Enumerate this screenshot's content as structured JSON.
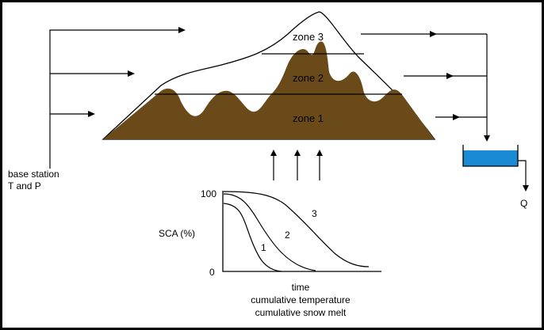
{
  "zones": {
    "zone3": "zone 3",
    "zone2": "zone 2",
    "zone1": "zone 1"
  },
  "base_station": {
    "line1": "base station",
    "line2": "T and P"
  },
  "outflow": "Q",
  "sca_chart": {
    "ylabel": "SCA (%)",
    "y_top": "100",
    "y_bottom": "0",
    "caption_lines": [
      "time",
      "cumulative temperature",
      "cumulative snow melt"
    ],
    "curve_labels": [
      "1",
      "2",
      "3"
    ]
  },
  "colors": {
    "ground": "#6b4a1a",
    "reservoir_water": "#1a8ad4",
    "background": "#ffffff",
    "border": "#000000"
  }
}
